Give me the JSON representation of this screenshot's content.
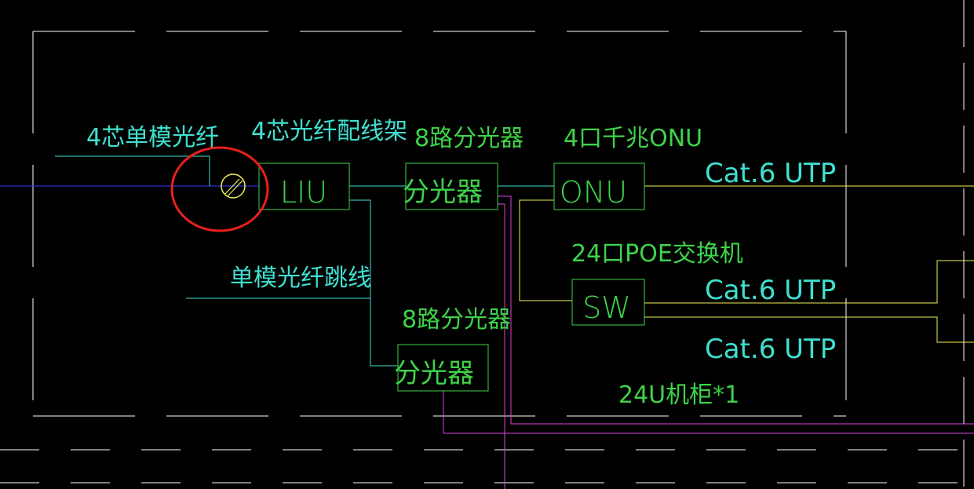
{
  "colors": {
    "background": "#000000",
    "frame": "#ffffff",
    "cyan": "#3fe0d0",
    "green": "#3ed34a",
    "yellow": "#f2ef55",
    "magenta": "#e040e0",
    "blue": "#3a3aff",
    "red": "#e8201b",
    "white": "#ffffff"
  },
  "labels": {
    "fiber_in": "4芯单模光纤",
    "patch_panel": "4芯光纤配线架",
    "splitter_top": "8路分光器",
    "onu_label": "4口千兆ONU",
    "cat6_top": "Cat.6 UTP",
    "poe_switch": "24口POE交换机",
    "jumper": "单模光纤跳线",
    "cat6_mid": "Cat.6 UTP",
    "splitter_bottom": "8路分光器",
    "cat6_bottom": "Cat.6 UTP",
    "cabinet": "24U机柜*1"
  },
  "devices": {
    "liu": "LIU",
    "splitter1": "分光器",
    "onu": "ONU",
    "sw": "SW",
    "splitter2": "分光器"
  },
  "icons": {
    "connector": "fiber-connector-icon",
    "highlight": "red-highlight-circle"
  }
}
